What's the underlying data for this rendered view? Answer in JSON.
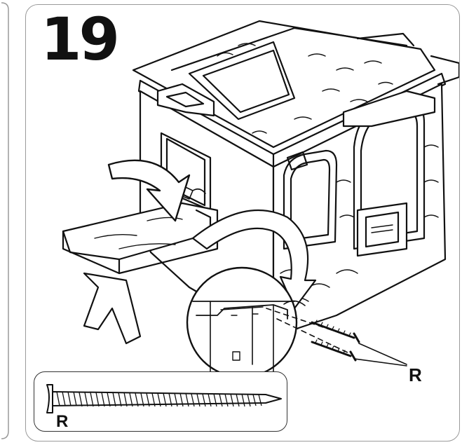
{
  "step": {
    "number": "19"
  },
  "callout": {
    "part_label": "R"
  },
  "parts_box": {
    "part_label": "R",
    "part_icon": "screw-icon"
  },
  "colors": {
    "line": "#111111",
    "panel_border": "#9a9a9a"
  }
}
